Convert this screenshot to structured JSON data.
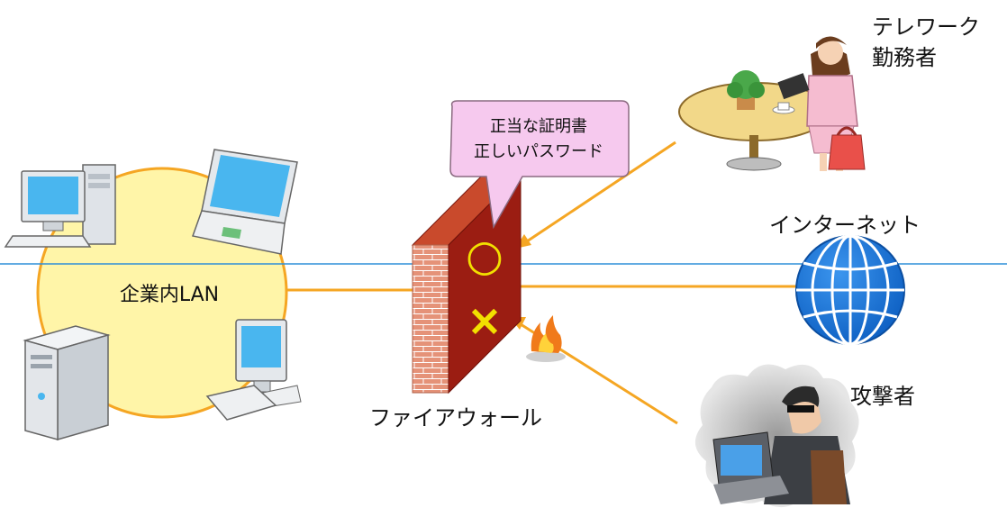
{
  "labels": {
    "lan": "企業内LAN",
    "firewall": "ファイアウォール",
    "internet": "インターネット",
    "telework_line1": "テレワーク",
    "telework_line2": "勤務者",
    "attacker": "攻撃者",
    "bubble_line1": "正当な証明書",
    "bubble_line2": "正しいパスワード"
  },
  "marks": {
    "allowed": "○",
    "blocked": "×"
  },
  "colors": {
    "lan_fill": "#fff5a8",
    "connection_line": "#f5a623",
    "horizon_line": "#2f8fd8",
    "wall_front": "#9b1d12",
    "wall_side": "#e8957a",
    "mark_color": "#f2e000",
    "bubble_fill": "#f6c9ee",
    "globe_blue": "#1a73d9"
  }
}
